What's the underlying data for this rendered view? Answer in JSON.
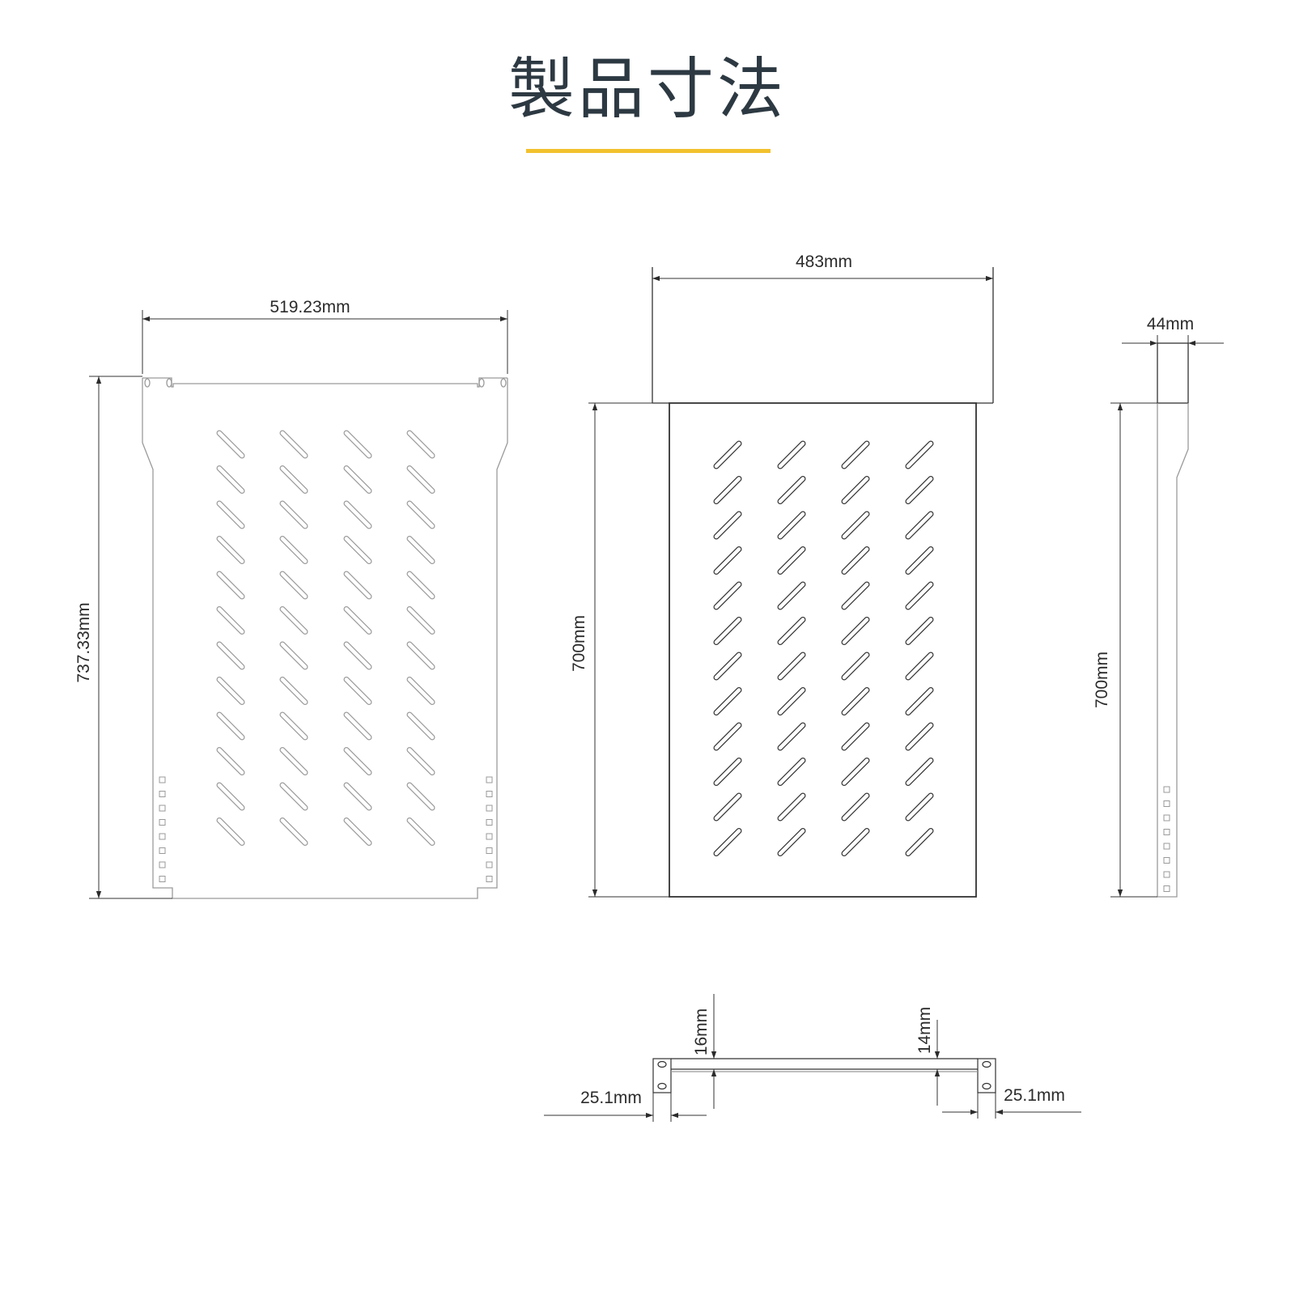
{
  "title": "製品寸法",
  "colors": {
    "accent": "#f2c12e",
    "title": "#2d3942",
    "outline_light": "#9a9a9a",
    "outline_dark": "#333333",
    "dimension": "#2b2b2b"
  },
  "views": {
    "top_view": {
      "width_label": "519.23mm",
      "depth_label": "737.33mm"
    },
    "front_view": {
      "width_label": "483mm",
      "depth_label": "700mm"
    },
    "side_view": {
      "height_label": "44mm",
      "depth_label": "700mm"
    },
    "flange_view": {
      "left_height_label": "16mm",
      "right_height_label": "14mm",
      "left_flange_label": "25.1mm",
      "right_flange_label": "25.1mm"
    }
  }
}
